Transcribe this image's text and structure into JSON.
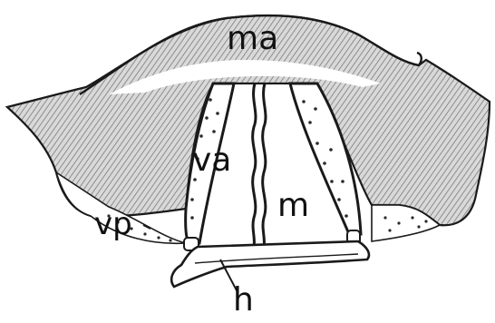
{
  "figure": {
    "labels": {
      "ma": "ma",
      "va": "va",
      "vp": "vp",
      "m": "m",
      "h": "h"
    },
    "colors": {
      "ink": "#1a1a1a",
      "shading": "#8a8a8a",
      "paper": "#ffffff",
      "stipple": "#2a2a2a"
    }
  }
}
